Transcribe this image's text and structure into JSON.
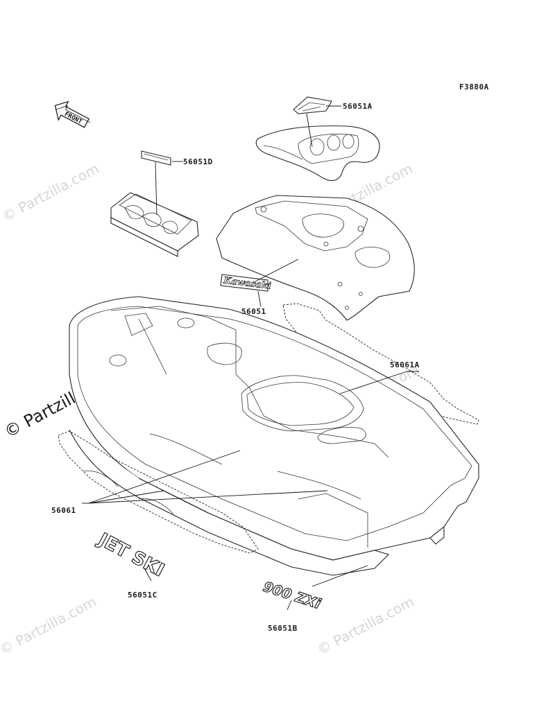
{
  "figure_code": "F3880A",
  "front_arrow_text": "FRONT",
  "watermark": {
    "text": "© Partzilla.com",
    "highlight_text": "© Partzilla.com"
  },
  "logos": {
    "kawasaki": "Kawasaki",
    "jetski": "JET SKI",
    "model": "900 ZXi"
  },
  "callouts": [
    {
      "id": "56051A",
      "label": "56051A"
    },
    {
      "id": "56051D",
      "label": "56051D"
    },
    {
      "id": "56051",
      "label": "56051"
    },
    {
      "id": "56061A",
      "label": "56061A"
    },
    {
      "id": "56061",
      "label": "56061"
    },
    {
      "id": "56051C",
      "label": "56051C"
    },
    {
      "id": "56051B",
      "label": "56051B"
    }
  ]
}
